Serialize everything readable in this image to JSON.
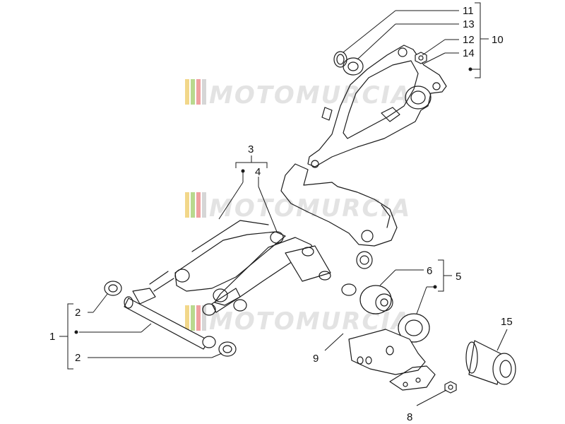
{
  "watermark": {
    "text": "MOTOMURCIA",
    "stripe_colors": [
      "#f2d78a",
      "#b9d98e",
      "#f0a0a0",
      "#d6d6d6"
    ]
  },
  "callouts": {
    "n1": "1",
    "n2a": "2",
    "n2b": "2",
    "n3": "3",
    "n4": "4",
    "n5": "5",
    "n6": "6",
    "n8": "8",
    "n9": "9",
    "n10": "10",
    "n11": "11",
    "n12": "12",
    "n13": "13",
    "n14": "14",
    "n15": "15"
  }
}
